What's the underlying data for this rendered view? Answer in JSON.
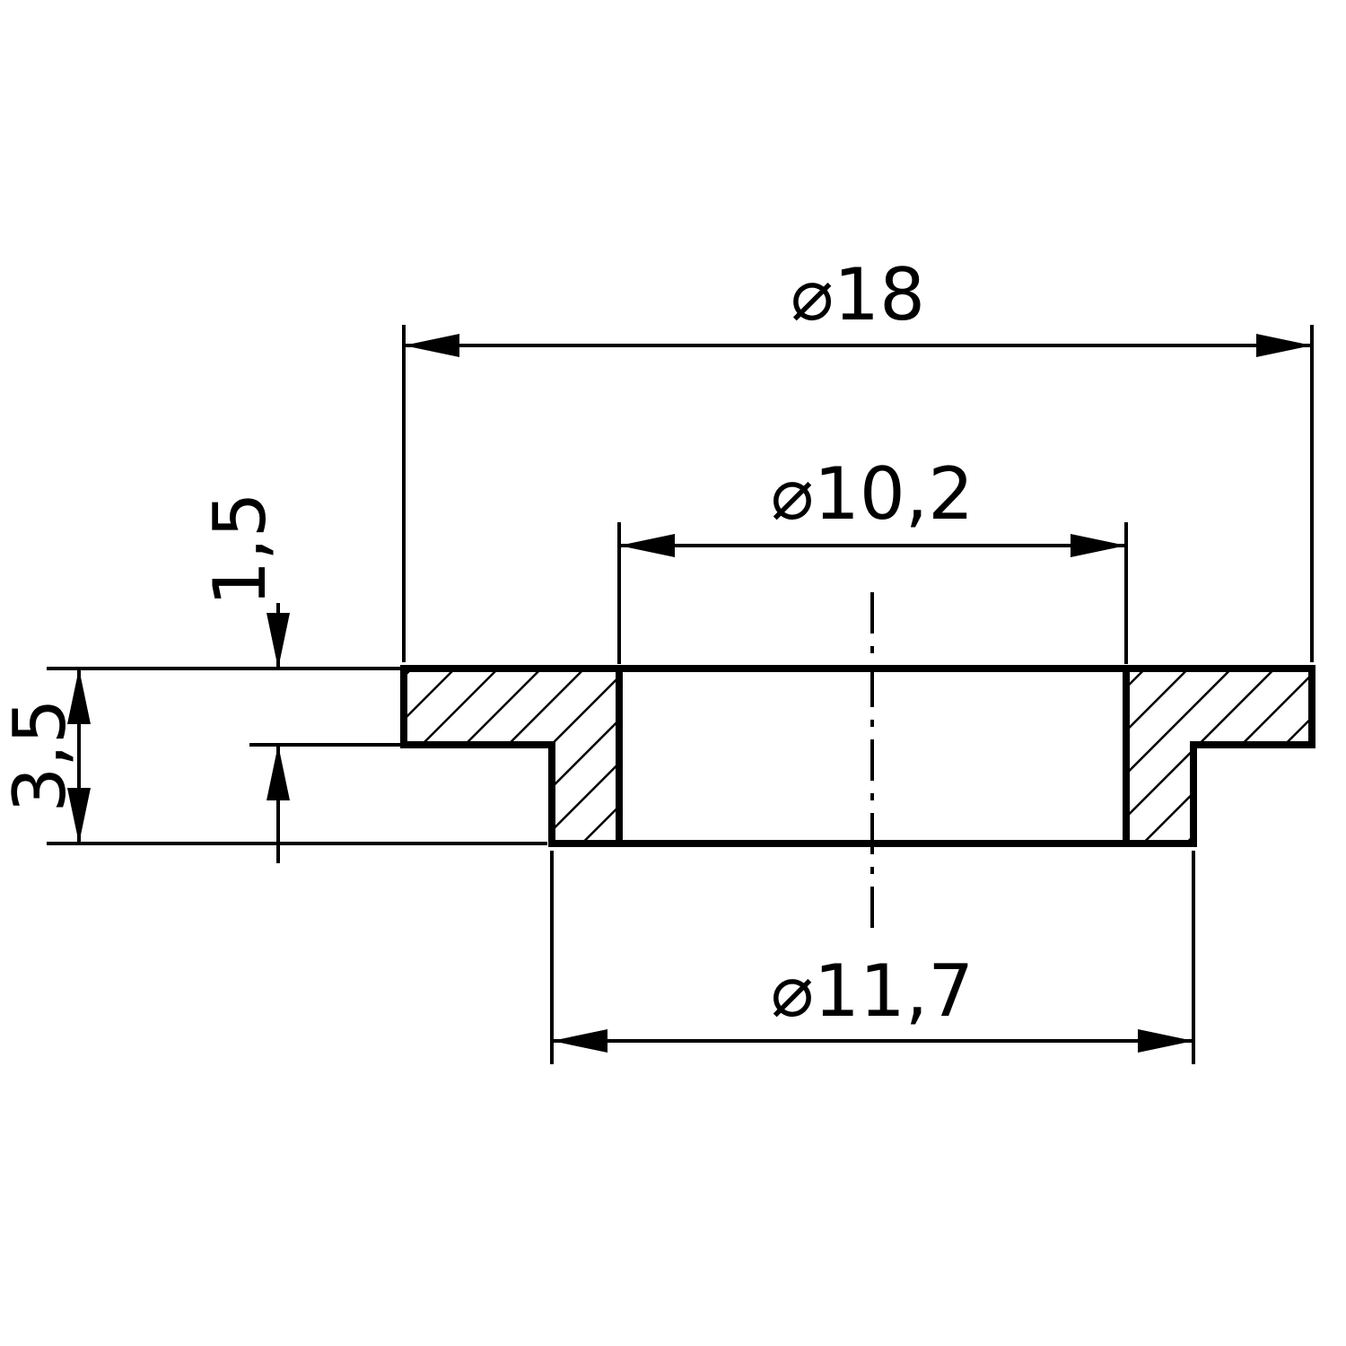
{
  "drawing": {
    "kind": "technical-section-drawing",
    "background": "#ffffff",
    "line_color": "#000000",
    "dimensions": {
      "flange_diameter": {
        "label": "⌀18",
        "value": 18
      },
      "bore_diameter": {
        "label": "⌀10,2",
        "value": 10.2
      },
      "boss_diameter": {
        "label": "⌀11,7",
        "value": 11.7
      },
      "flange_thickness": {
        "label": "1,5",
        "value": 1.5
      },
      "total_height": {
        "label": "3,5",
        "value": 3.5
      }
    }
  }
}
